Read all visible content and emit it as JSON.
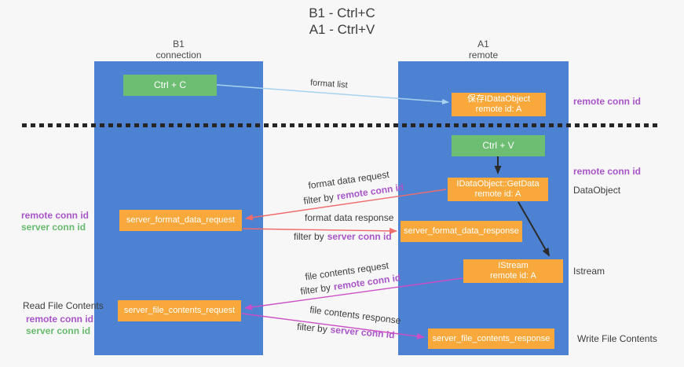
{
  "title": {
    "line1": "B1 - Ctrl+C",
    "line2": "A1 - Ctrl+V"
  },
  "lanes": {
    "b1": {
      "title": "B1",
      "subtitle": "connection"
    },
    "a1": {
      "title": "A1",
      "subtitle": "remote"
    }
  },
  "nodes": {
    "ctrl_c": {
      "label": "Ctrl + C"
    },
    "ctrl_v": {
      "label": "Ctrl + V"
    },
    "save_dataobject": {
      "line1": "保存IDataObject",
      "line2": "remote id: A"
    },
    "getdata": {
      "line1": "IDataObject::GetData",
      "line2": "remote id: A"
    },
    "istream": {
      "line1": "IStream",
      "line2": "remote id: A"
    },
    "server_format_data_request": {
      "label": "server_format_data_request"
    },
    "server_format_data_response": {
      "label": "server_format_data_response"
    },
    "server_file_contents_request": {
      "label": "server_file_contents_request"
    },
    "server_file_contents_response": {
      "label": "server_file_contents_response"
    }
  },
  "arrow_labels": {
    "format_list": "format list",
    "format_data_request": "format data request",
    "format_data_response": "format data response",
    "file_contents_request": "file contents request",
    "file_contents_response": "file contents response",
    "filter_by": "filter by",
    "remote_conn_id": "remote conn id",
    "server_conn_id": "server conn id"
  },
  "margin_labels": {
    "right_top_remote_conn_id": "remote conn id",
    "right_mid_remote_conn_id": "remote conn id",
    "dataobject": "DataObject",
    "istream": "Istream",
    "write_file_contents": "Write File Contents",
    "left_remote_conn_id": "remote conn id",
    "left_server_conn_id": "server conn id",
    "read_file_contents": "Read File Contents",
    "left2_remote_conn_id": "remote conn id",
    "left2_server_conn_id": "server conn id"
  },
  "colors": {
    "background": "#f7f7f7",
    "lane": "#4d82d2",
    "green_box": "#6dbd73",
    "orange_box": "#f9a93c",
    "box_text": "#ffffff",
    "purple_label": "#a855c8",
    "green_label": "#67ba6c",
    "text_dark": "#3d3d3d",
    "dash_line": "#262626",
    "arrow_blue": "#a8d2f0",
    "arrow_black": "#2b2b2b",
    "arrow_red": "#f06c6c",
    "arrow_magenta": "#cb4ec6"
  }
}
